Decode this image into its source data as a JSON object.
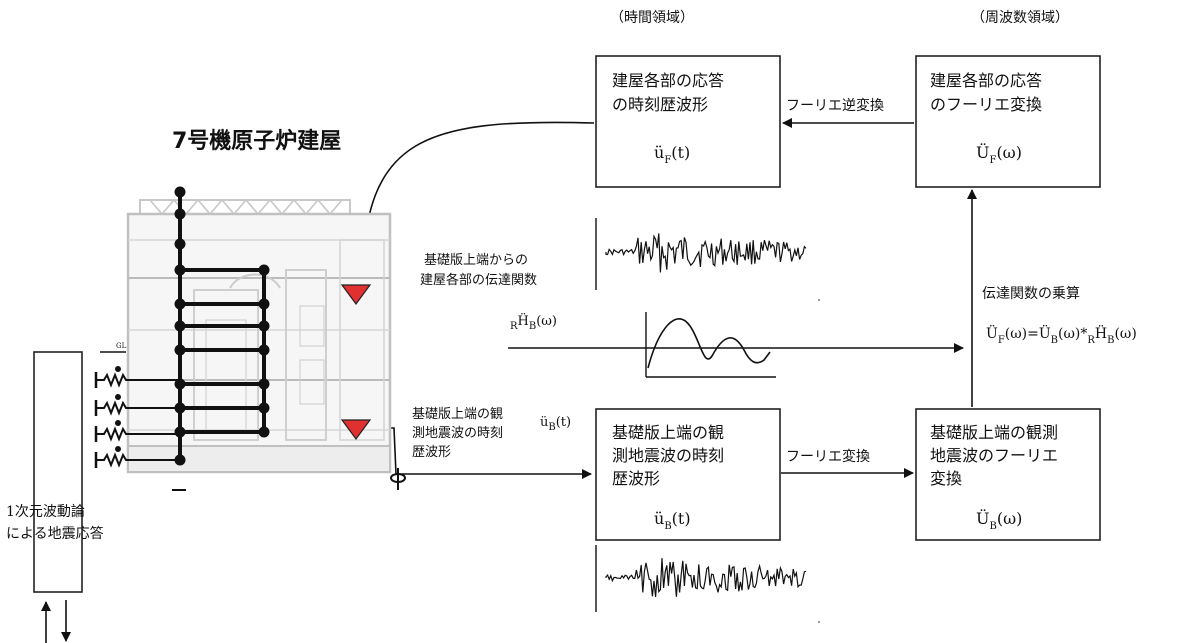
{
  "headers": {
    "time_domain": "（時間領域）",
    "freq_domain": "（周波数領域）"
  },
  "building_title": "7号機原子炉建屋",
  "boxes": {
    "response_time": {
      "line1": "建屋各部の応答",
      "line2": "の時刻歴波形",
      "var": "ü",
      "sub": "F",
      "arg": "(t)"
    },
    "response_fourier": {
      "line1": "建屋各部の応答",
      "line2": "のフーリエ変換",
      "var": "Ü",
      "sub": "F",
      "arg": "(ω)"
    },
    "observed_time": {
      "line1": "基礎版上端の観",
      "line2": "測地震波の時刻",
      "line3": "歴波形",
      "var": "ü",
      "sub": "B",
      "arg": "(t)"
    },
    "observed_fourier": {
      "line1": "基礎版上端の観測",
      "line2": "地震波のフーリエ",
      "line3": "変換",
      "var": "Ü",
      "sub": "B",
      "arg": "(ω)"
    }
  },
  "arrow_labels": {
    "inverse_fourier": "フーリエ逆変換",
    "fourier": "フーリエ変換",
    "transfer_multiply": "伝達関数の乗算"
  },
  "formula": {
    "lhs_var": "Ü",
    "lhs_sub": "F",
    "lhs_arg": "(ω)",
    "eq": "=",
    "mid_var": "Ü",
    "mid_sub": "B",
    "mid_arg": "(ω)",
    "op": "*",
    "rhs_pre": "R",
    "rhs_var": "Ḧ",
    "rhs_sub": "B",
    "rhs_arg": "(ω)"
  },
  "transfer_label": {
    "line1": "基礎版上端からの",
    "line2": "建屋各部の伝達関数"
  },
  "transfer_symbol": {
    "pre": "R",
    "var": "Ḧ",
    "sub": "B",
    "arg": "(ω)"
  },
  "observed_label": {
    "line1": "基礎版上端の観",
    "line2": "測地震波の時刻",
    "line3": "歴波形"
  },
  "observed_symbol": {
    "var": "ü",
    "sub": "B",
    "arg": "(t)"
  },
  "ground_response": {
    "line1": "1次元波動論",
    "line2": "による地震応答"
  },
  "gl_label": "GL",
  "colors": {
    "sensor_red": "#e03030",
    "line": "#111111",
    "structure_gray": "#bbbbbb"
  }
}
